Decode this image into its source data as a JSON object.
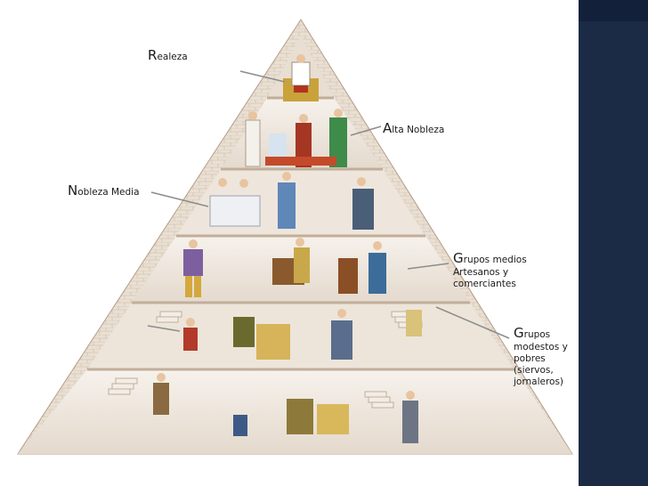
{
  "labels": {
    "realeza": {
      "cap": "R",
      "rest": "ealeza"
    },
    "alta_nobleza": {
      "cap": "A",
      "rest": "lta Nobleza"
    },
    "nobleza_media": {
      "cap": "N",
      "rest": "obleza Media"
    },
    "grupos_medios": {
      "cap": "G",
      "rest": "rupos medios",
      "sub": "Artesanos y comerciantes"
    },
    "grupos_modestos": {
      "cap": "G",
      "rest": "rupos",
      "sub": "modestos y pobres (siervos, jornaleros)"
    }
  },
  "colors": {
    "stone_light": "#f1ebe3",
    "stone_dark": "#c9b9a8",
    "edge": "#b59d86",
    "frame": "#1c2b45",
    "text": "#1a1a1a"
  }
}
